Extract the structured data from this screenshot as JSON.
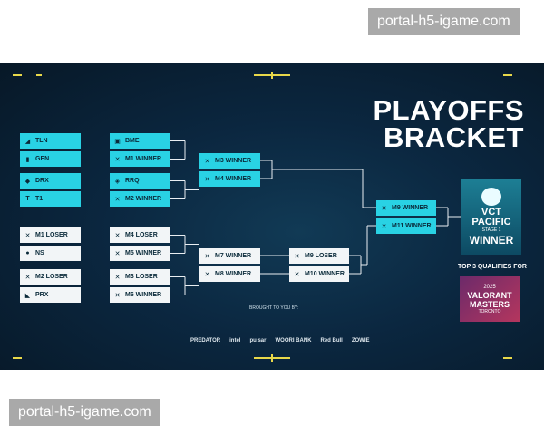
{
  "watermark": {
    "top": "portal-h5-igame.com",
    "bottom": "portal-h5-igame.com"
  },
  "title": {
    "line1": "PLAYOFFS",
    "line2": "BRACKET"
  },
  "upper_r1": [
    {
      "label": "TLN",
      "icon": "tln-logo-icon"
    },
    {
      "label": "GEN",
      "icon": "gen-logo-icon"
    },
    {
      "label": "DRX",
      "icon": "drx-logo-icon"
    },
    {
      "label": "T1",
      "icon": "t1-logo-icon"
    }
  ],
  "upper_r2": [
    {
      "label": "BME",
      "icon": "bme-logo-icon"
    },
    {
      "label": "M1 WINNER",
      "icon": "vct-logo-icon"
    },
    {
      "label": "RRQ",
      "icon": "rrq-logo-icon"
    },
    {
      "label": "M2 WINNER",
      "icon": "vct-logo-icon"
    }
  ],
  "upper_r3": [
    {
      "label": "M3 WINNER",
      "icon": "vct-logo-icon"
    },
    {
      "label": "M4 WINNER",
      "icon": "vct-logo-icon"
    }
  ],
  "final": [
    {
      "label": "M9 WINNER",
      "icon": "vct-logo-icon"
    },
    {
      "label": "M11 WINNER",
      "icon": "vct-logo-icon"
    }
  ],
  "lower_r1": [
    {
      "label": "M1 LOSER",
      "icon": "vct-logo-icon"
    },
    {
      "label": "NS",
      "icon": "ns-logo-icon"
    },
    {
      "label": "M2 LOSER",
      "icon": "vct-logo-icon"
    },
    {
      "label": "PRX",
      "icon": "prx-logo-icon"
    }
  ],
  "lower_r2": [
    {
      "label": "M4 LOSER",
      "icon": "vct-logo-icon"
    },
    {
      "label": "M5 WINNER",
      "icon": "vct-logo-icon"
    },
    {
      "label": "M3 LOSER",
      "icon": "vct-logo-icon"
    },
    {
      "label": "M6 WINNER",
      "icon": "vct-logo-icon"
    }
  ],
  "lower_r3": [
    {
      "label": "M7 WINNER",
      "icon": "vct-logo-icon"
    },
    {
      "label": "M8 WINNER",
      "icon": "vct-logo-icon"
    }
  ],
  "lower_r4": [
    {
      "label": "M9 LOSER",
      "icon": "vct-logo-icon"
    },
    {
      "label": "M10 WINNER",
      "icon": "vct-logo-icon"
    }
  ],
  "trophy": {
    "line1": "VCT",
    "line2": "PACIFIC",
    "line3": "STAGE 1",
    "line4": "WINNER"
  },
  "qualify": "TOP 3 QUALIFIES FOR",
  "masters": {
    "line0": "2025",
    "line1": "VALORANT",
    "line2": "MASTERS",
    "line3": "TORONTO"
  },
  "brought": "BROUGHT TO YOU BY:",
  "sponsors": [
    "PREDATOR",
    "intel",
    "pulsar",
    "WOORI BANK",
    "Red Bull",
    "ZOWIE"
  ]
}
